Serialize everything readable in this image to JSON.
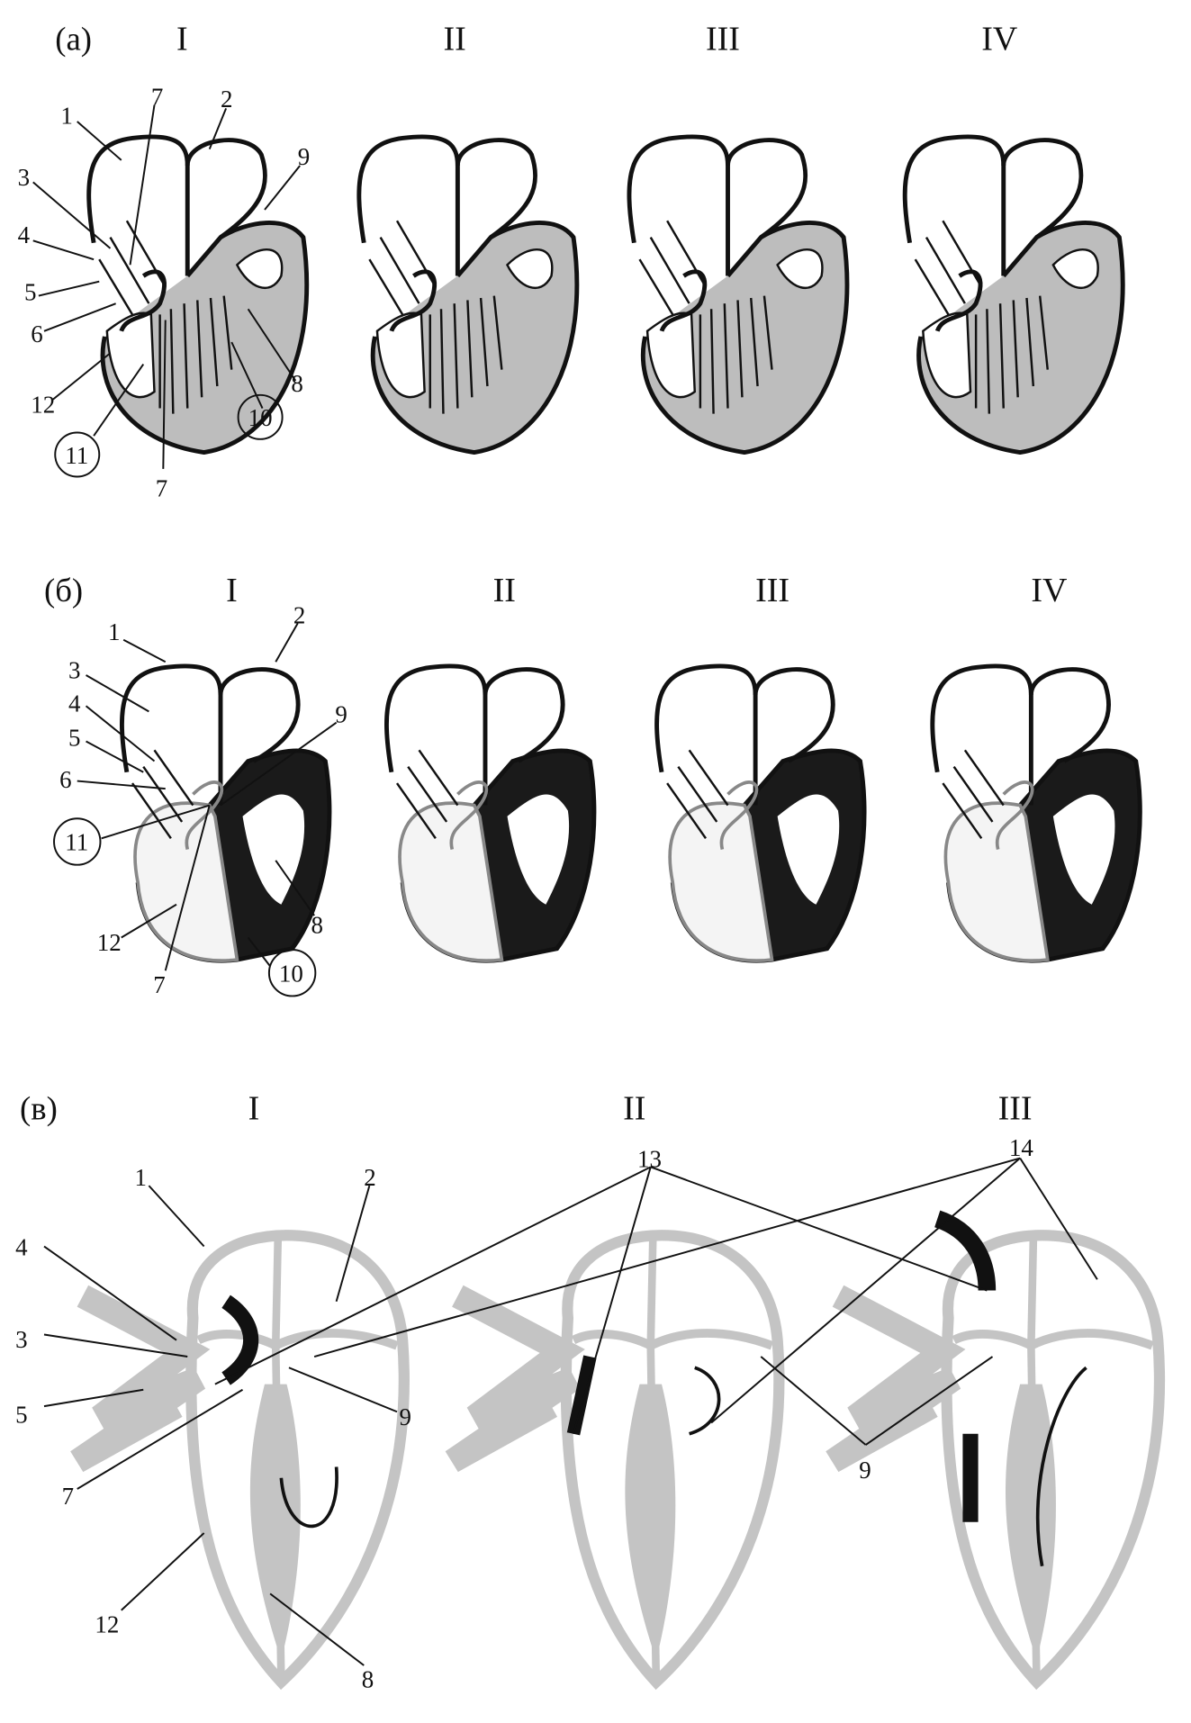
{
  "panel_a": {
    "label": "(a)",
    "stages": [
      "I",
      "II",
      "III",
      "IV"
    ],
    "callouts": [
      "1",
      "7",
      "2",
      "9",
      "3",
      "4",
      "5",
      "6",
      "8",
      "12",
      "10",
      "11",
      "7"
    ]
  },
  "panel_b": {
    "label": "(б)",
    "stages": [
      "I",
      "II",
      "III",
      "IV"
    ],
    "callouts": [
      "2",
      "1",
      "3",
      "9",
      "4",
      "5",
      "6",
      "11",
      "8",
      "12",
      "7",
      "10"
    ]
  },
  "panel_c": {
    "label": "(в)",
    "stages": [
      "I",
      "II",
      "III"
    ],
    "callouts": [
      "13",
      "14",
      "1",
      "2",
      "4",
      "3",
      "5",
      "9",
      "7",
      "9",
      "12",
      "8"
    ]
  },
  "colors": {
    "ventricle_a": "#bdbdbd",
    "ventricle_b": "#1a1a1a",
    "outline_c": "#c4c4c4"
  }
}
